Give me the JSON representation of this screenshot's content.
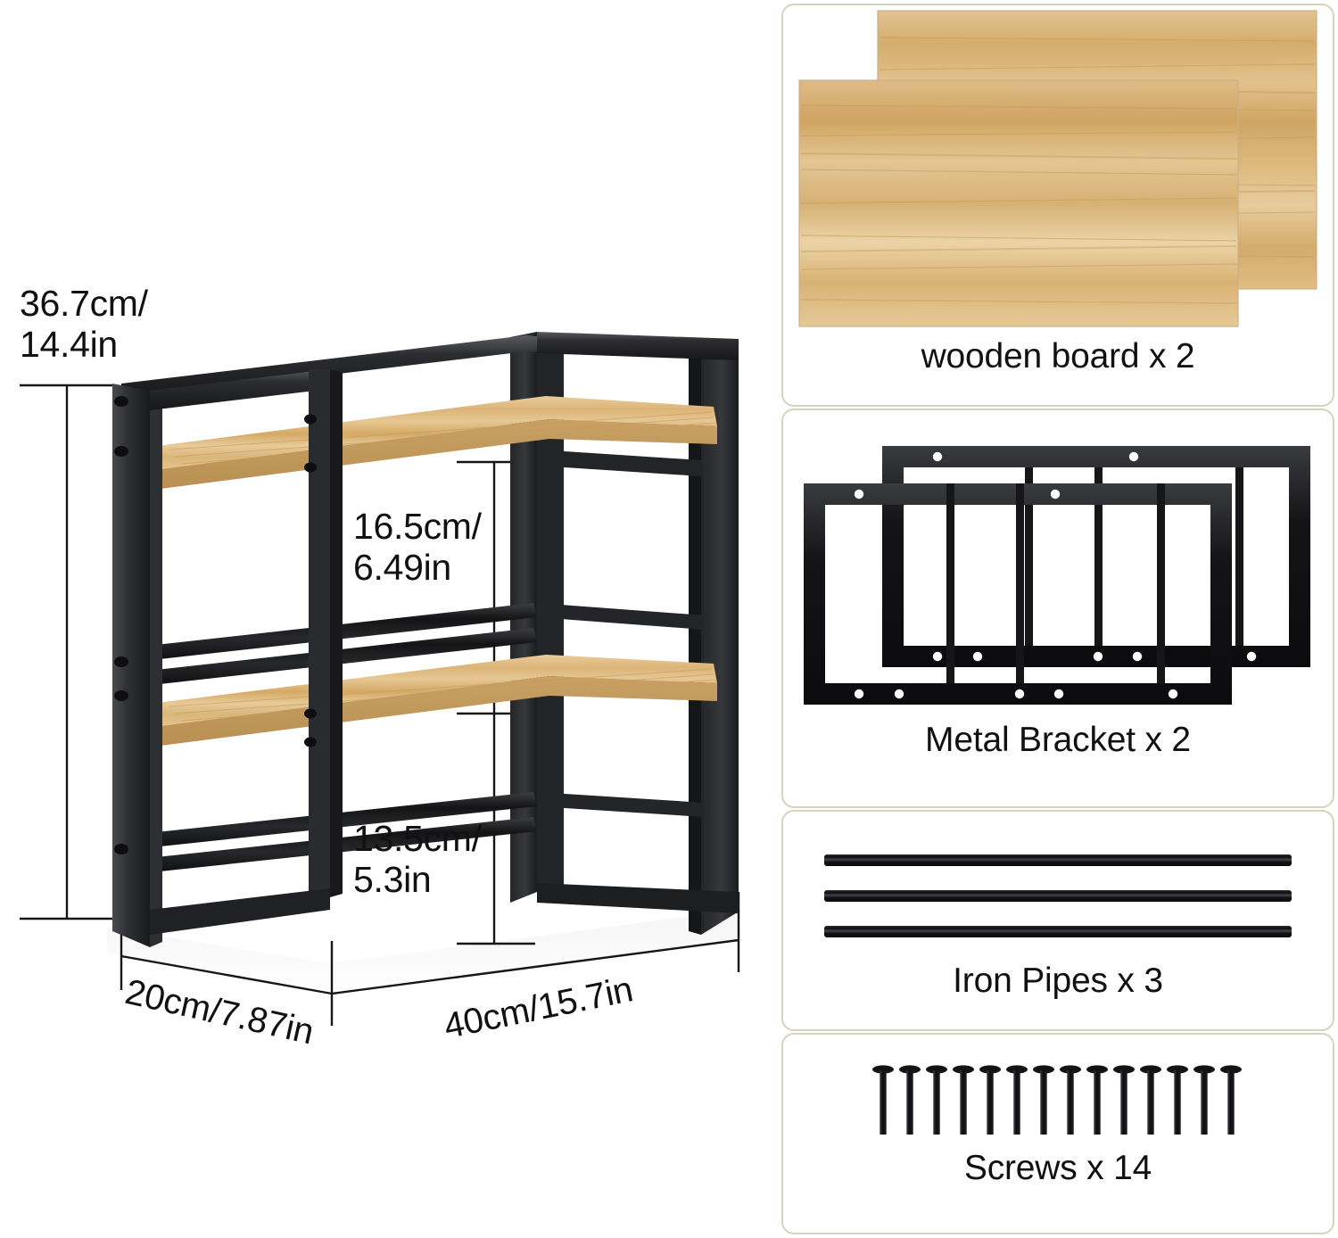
{
  "product_diagram": {
    "name": "2-tier-shelf-rack",
    "dimensions": {
      "total_height": "36.7cm/\n14.4in",
      "upper_tier_height": "16.5cm/\n6.49in",
      "lower_tier_height": "13.5cm/\n5.3in",
      "depth": "20cm/7.87in",
      "width": "40cm/15.7in"
    },
    "colors": {
      "metal_frame": "#2b2b2d",
      "wood_light": "#e7c794",
      "wood_mid": "#d8ad6c",
      "wood_dark": "#c79a55",
      "dimension_line": "#161616",
      "background": "#ffffff"
    }
  },
  "parts_list": {
    "panel_border_color": "#d8d3bd",
    "items": [
      {
        "id": "wooden-board",
        "label": "wooden board x 2",
        "quantity": 2,
        "icon": "wooden-board-icon",
        "color": "#dcb071"
      },
      {
        "id": "metal-bracket",
        "label": "Metal Bracket x 2",
        "quantity": 2,
        "icon": "metal-bracket-icon",
        "color": "#171717"
      },
      {
        "id": "iron-pipes",
        "label": "Iron Pipes x 3",
        "quantity": 3,
        "icon": "iron-pipe-icon",
        "color": "#141414"
      },
      {
        "id": "screws",
        "label": "Screws x 14",
        "quantity": 14,
        "icon": "screw-icon",
        "color": "#151515"
      }
    ]
  }
}
